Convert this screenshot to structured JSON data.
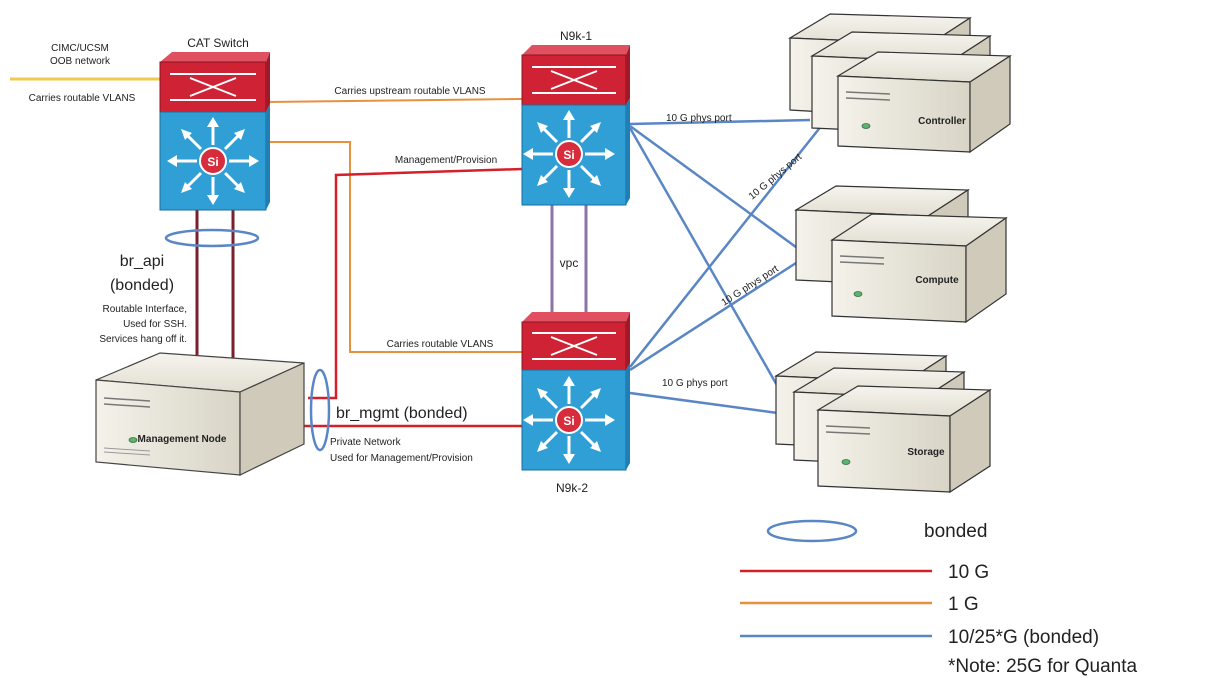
{
  "nodes": {
    "cat_switch": "CAT Switch",
    "n9k1": "N9k-1",
    "n9k2": "N9k-2",
    "mgmt_node": "Management Node",
    "controller": "Controller",
    "compute": "Compute",
    "storage": "Storage",
    "si": "Si"
  },
  "labels": {
    "cimc_1": "CIMC/UCSM",
    "cimc_2": "OOB network",
    "cat_routable": "Carries routable VLANS",
    "upstream": "Carries upstream routable VLANS",
    "mgmt_prov": "Management/Provision",
    "vpc": "vpc",
    "n9k2_routable": "Carries routable VLANS",
    "br_api_1": "br_api",
    "br_api_2": "(bonded)",
    "br_api_n1": "Routable Interface,",
    "br_api_n2": "Used for SSH.",
    "br_api_n3": "Services hang off it.",
    "br_mgmt": "br_mgmt (bonded)",
    "private_1": "Private Network",
    "private_2": "Used for Management/Provision",
    "phys_a": "10 G phys port",
    "phys_b": "10 G phys port",
    "phys_c": "10 G phys port",
    "phys_d": "10 G phys port"
  },
  "legend": {
    "bonded": "bonded",
    "red": "10 G",
    "orange": "1 G",
    "blue": "10/25*G (bonded)",
    "note": "*Note: 25G for Quanta"
  },
  "colors": {
    "red_link": "#d32029",
    "orange_link": "#e89040",
    "blue_link": "#5a86c6",
    "oob_link": "#f2c94c",
    "switch_top": "#cf2234",
    "switch_body": "#2f9fd6",
    "purple_link": "#8c73a8",
    "darkred_link": "#7a1f2b"
  }
}
